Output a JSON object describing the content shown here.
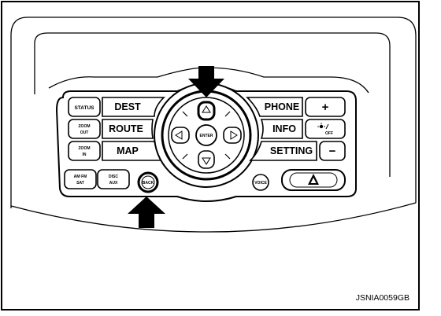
{
  "figure_code": "JSNIA0059GB",
  "left_keys": {
    "status": "STATUS",
    "dest": "DEST",
    "zoom_out_1": "ZOOM",
    "zoom_out_2": "OUT",
    "route": "ROUTE",
    "zoom_in_1": "ZOOM",
    "zoom_in_2": "IN",
    "map": "MAP",
    "am_fm_1": "AM·FM",
    "am_fm_2": "SAT",
    "disc_1": "DISC",
    "disc_2": "AUX",
    "back": "BACK"
  },
  "center": {
    "enter": "ENTER"
  },
  "right_keys": {
    "phone": "PHONE",
    "plus": "+",
    "info": "INFO",
    "off": "OFF",
    "setting": "SETTING",
    "minus": "−",
    "voice": "VOICE"
  },
  "icons": [
    "arrow-down-indicator-icon",
    "arrow-up-indicator-icon",
    "hazard-triangle-icon",
    "brightness-icon"
  ]
}
